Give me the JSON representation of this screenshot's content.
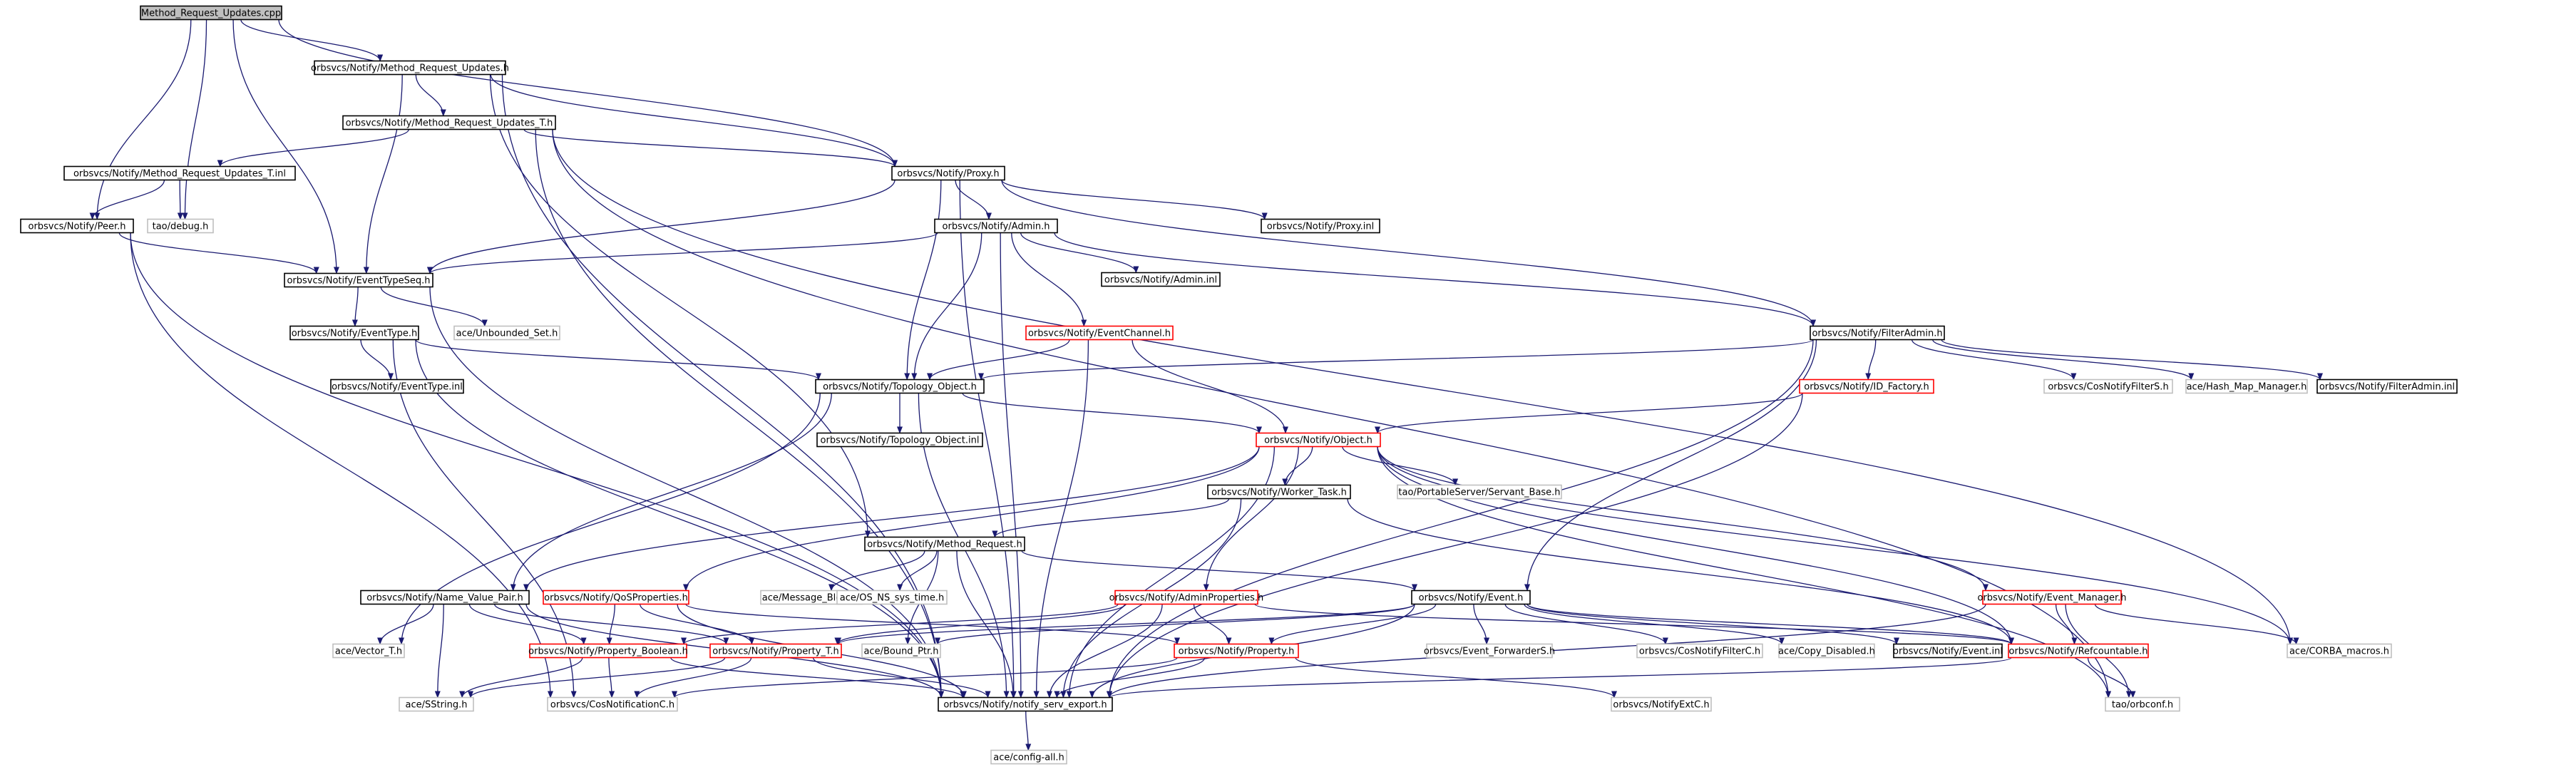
{
  "graph": {
    "title": "Method_Request_Updates.cpp",
    "nodes": [
      {
        "id": "root",
        "label": "Method_Request_Updates.cpp",
        "kind": "root"
      },
      {
        "id": "mru_h",
        "label": "orbsvcs/Notify/Method_Request_Updates.h",
        "kind": "normal"
      },
      {
        "id": "mrut_h",
        "label": "orbsvcs/Notify/Method_Request_Updates_T.h",
        "kind": "normal"
      },
      {
        "id": "mrut_inl",
        "label": "orbsvcs/Notify/Method_Request_Updates_T.inl",
        "kind": "normal"
      },
      {
        "id": "proxy_h",
        "label": "orbsvcs/Notify/Proxy.h",
        "kind": "normal"
      },
      {
        "id": "debug_h",
        "label": "tao/debug.h",
        "kind": "external"
      },
      {
        "id": "peer_h",
        "label": "orbsvcs/Notify/Peer.h",
        "kind": "normal"
      },
      {
        "id": "admin_h",
        "label": "orbsvcs/Notify/Admin.h",
        "kind": "normal"
      },
      {
        "id": "proxy_inl",
        "label": "orbsvcs/Notify/Proxy.inl",
        "kind": "normal"
      },
      {
        "id": "admin_inl",
        "label": "orbsvcs/Notify/Admin.inl",
        "kind": "normal"
      },
      {
        "id": "ets_h",
        "label": "orbsvcs/Notify/EventTypeSeq.h",
        "kind": "normal"
      },
      {
        "id": "unb_set",
        "label": "ace/Unbounded_Set.h",
        "kind": "external"
      },
      {
        "id": "ec_h",
        "label": "orbsvcs/Notify/EventChannel.h",
        "kind": "truncated"
      },
      {
        "id": "fa_h",
        "label": "orbsvcs/Notify/FilterAdmin.h",
        "kind": "normal"
      },
      {
        "id": "et_h",
        "label": "orbsvcs/Notify/EventType.h",
        "kind": "normal"
      },
      {
        "id": "et_inl",
        "label": "orbsvcs/Notify/EventType.inl",
        "kind": "normal"
      },
      {
        "id": "to_h",
        "label": "orbsvcs/Notify/Topology_Object.h",
        "kind": "normal"
      },
      {
        "id": "to_inl",
        "label": "orbsvcs/Notify/Topology_Object.inl",
        "kind": "normal"
      },
      {
        "id": "idf_h",
        "label": "orbsvcs/Notify/ID_Factory.h",
        "kind": "truncated"
      },
      {
        "id": "cnfs_h",
        "label": "orbsvcs/CosNotifyFilterS.h",
        "kind": "external"
      },
      {
        "id": "hmm_h",
        "label": "ace/Hash_Map_Manager.h",
        "kind": "external"
      },
      {
        "id": "fa_inl",
        "label": "orbsvcs/Notify/FilterAdmin.inl",
        "kind": "normal"
      },
      {
        "id": "obj_h",
        "label": "orbsvcs/Notify/Object.h",
        "kind": "truncated"
      },
      {
        "id": "psb_h",
        "label": "tao/PortableServer/Servant_Base.h",
        "kind": "external"
      },
      {
        "id": "wt_h",
        "label": "orbsvcs/Notify/Worker_Task.h",
        "kind": "normal"
      },
      {
        "id": "mr_h",
        "label": "orbsvcs/Notify/Method_Request.h",
        "kind": "normal"
      },
      {
        "id": "nvp_h",
        "label": "orbsvcs/Notify/Name_Value_Pair.h",
        "kind": "normal"
      },
      {
        "id": "qos_h",
        "label": "orbsvcs/Notify/QoSProperties.h",
        "kind": "truncated"
      },
      {
        "id": "msgblk",
        "label": "ace/Message_Block.h",
        "kind": "external"
      },
      {
        "id": "osns",
        "label": "ace/OS_NS_sys_time.h",
        "kind": "external"
      },
      {
        "id": "adprop_h",
        "label": "orbsvcs/Notify/AdminProperties.h",
        "kind": "truncated"
      },
      {
        "id": "ev_h",
        "label": "orbsvcs/Notify/Event.h",
        "kind": "normal"
      },
      {
        "id": "em_h",
        "label": "orbsvcs/Notify/Event_Manager.h",
        "kind": "truncated"
      },
      {
        "id": "vec_h",
        "label": "ace/Vector_T.h",
        "kind": "external"
      },
      {
        "id": "pb_h",
        "label": "orbsvcs/Notify/Property_Boolean.h",
        "kind": "truncated"
      },
      {
        "id": "pt_h",
        "label": "orbsvcs/Notify/Property_T.h",
        "kind": "truncated"
      },
      {
        "id": "bptr_h",
        "label": "ace/Bound_Ptr.h",
        "kind": "external"
      },
      {
        "id": "prop_h",
        "label": "orbsvcs/Notify/Property.h",
        "kind": "truncated"
      },
      {
        "id": "efs_h",
        "label": "orbsvcs/Event_ForwarderS.h",
        "kind": "external"
      },
      {
        "id": "cnfc_h",
        "label": "orbsvcs/CosNotifyFilterC.h",
        "kind": "external"
      },
      {
        "id": "copy_h",
        "label": "ace/Copy_Disabled.h",
        "kind": "external"
      },
      {
        "id": "ev_inl",
        "label": "orbsvcs/Notify/Event.inl",
        "kind": "normal"
      },
      {
        "id": "ref_h",
        "label": "orbsvcs/Notify/Refcountable.h",
        "kind": "truncated"
      },
      {
        "id": "corba_m",
        "label": "ace/CORBA_macros.h",
        "kind": "external"
      },
      {
        "id": "sstr_h",
        "label": "ace/SString.h",
        "kind": "external"
      },
      {
        "id": "cncc_h",
        "label": "orbsvcs/CosNotificationC.h",
        "kind": "external"
      },
      {
        "id": "nse_h",
        "label": "orbsvcs/Notify/notify_serv_export.h",
        "kind": "normal"
      },
      {
        "id": "extc_h",
        "label": "orbsvcs/NotifyExtC.h",
        "kind": "external"
      },
      {
        "id": "orbconf",
        "label": "tao/orbconf.h",
        "kind": "external"
      },
      {
        "id": "cfgall",
        "label": "ace/config-all.h",
        "kind": "external"
      }
    ],
    "styles": {
      "root_fill": "#bfbfbf",
      "root_border": "#000000",
      "normal_border": "#000000",
      "truncated_border": "#ff0000",
      "external_border": "#bfbfbf",
      "edge_color": "#191970"
    }
  }
}
